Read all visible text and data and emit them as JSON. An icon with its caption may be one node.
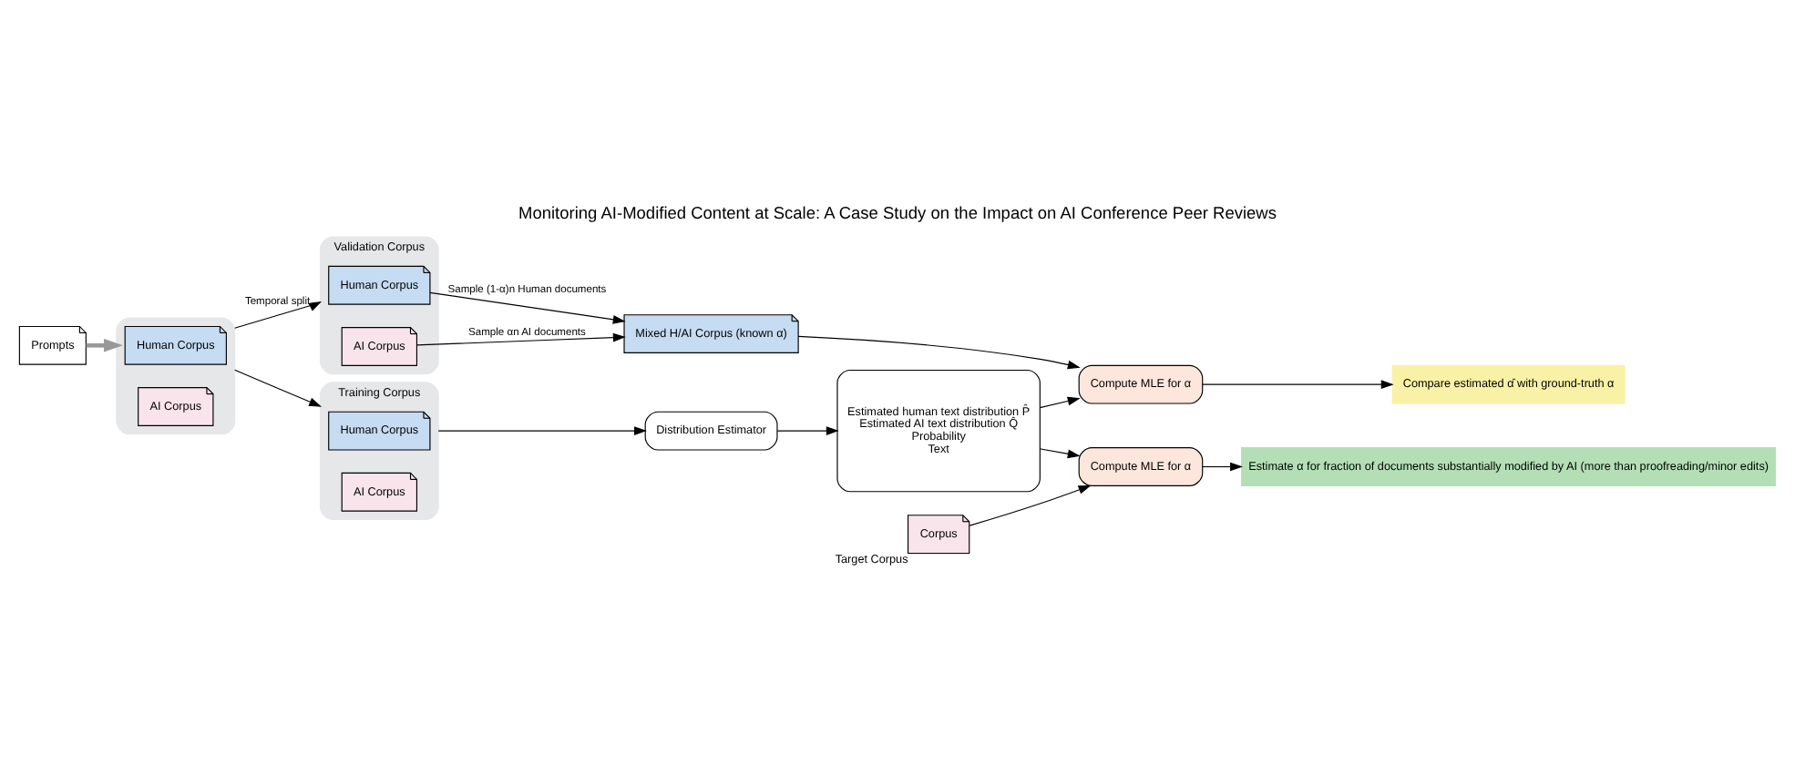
{
  "diagram": {
    "title": "Monitoring AI-Modified Content at Scale: A Case Study on the Impact on AI Conference Peer Reviews",
    "nodes": [
      {
        "text": [
          "Prompts"
        ]
      },
      {
        "text": [],
        "shape": "box"
      },
      {
        "text": [
          "Human Corpus"
        ],
        "in": 1
      },
      {
        "text": [
          "AI Corpus"
        ],
        "in": 1
      },
      {
        "text": [
          "Validation Corpus"
        ]
      },
      {
        "text": [
          "Human Corpus"
        ],
        "in": 4
      },
      {
        "text": [
          "AI Corpus"
        ],
        "in": 4
      },
      {
        "text": [
          "Training Corpus"
        ]
      },
      {
        "text": [
          "Human Corpus"
        ],
        "in": 7
      },
      {
        "text": [
          "AI Corpus"
        ],
        "in": 7
      },
      {
        "text": [
          "Mixed H/AI Corpus (known α)"
        ]
      },
      {
        "text": [
          "Compute MLE for α"
        ]
      },
      {
        "text": [
          "Compare estimated α̂ with ground-truth α"
        ]
      },
      {
        "text": [
          "Distribution Estimator"
        ]
      },
      {
        "text": [
          "Estimated human text distribution P̂",
          "Estimated AI text distribution Q̂",
          "Probability",
          "Text"
        ]
      },
      {
        "text": [
          "Corpus"
        ],
        "beside": [
          "Target Corpus"
        ]
      },
      {
        "text": [
          "Compute MLE for α"
        ]
      },
      {
        "text": [
          "Estimate α for fraction of documents substantially modified by AI (more than proofreading/minor edits)"
        ]
      }
    ],
    "edges": [
      {
        "from": 0,
        "to": 1,
        "arrow": "to",
        "style": "thick",
        "color": "#999999"
      },
      {
        "from": 1,
        "to": 4,
        "arrow": "to",
        "label": "Temporal split"
      },
      {
        "from": 1,
        "to": 7,
        "arrow": "to"
      },
      {
        "from": 6,
        "to": 10,
        "arrow": "to",
        "label": "Sample αn AI documents"
      },
      {
        "from": 5,
        "to": 10,
        "arrow": "to",
        "label": "Sample (1-α)n Human documents"
      },
      {
        "from": 10,
        "to": 11,
        "arrow": "to"
      },
      {
        "from": 11,
        "to": 12,
        "arrow": "to"
      },
      {
        "from": 7,
        "to": 13,
        "arrow": "to"
      },
      {
        "from": 13,
        "to": 14,
        "arrow": "to"
      },
      {
        "from": 14,
        "to": 11,
        "arrow": "to"
      },
      {
        "from": 14,
        "to": 16,
        "arrow": "to"
      },
      {
        "from": 15,
        "to": 16,
        "arrow": "to"
      },
      {
        "from": 16,
        "to": 17,
        "arrow": "to"
      }
    ]
  }
}
